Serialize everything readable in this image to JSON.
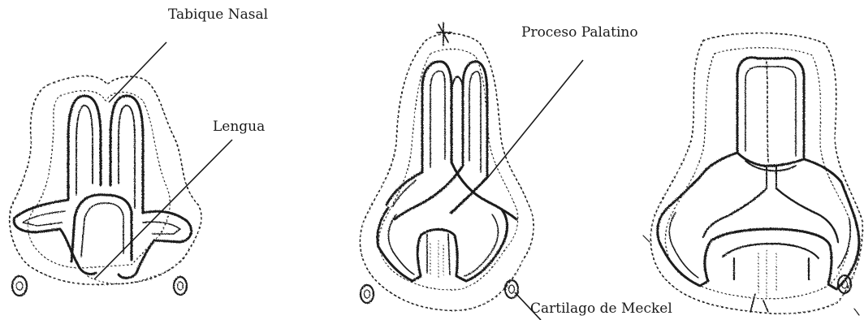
{
  "labels": {
    "nasal_septum": "Tabique Nasal",
    "tongue": "Lengua",
    "palatine_process": "Proceso Palatino",
    "meckel_cartilage": "Cartilago de Meckel"
  },
  "colors": {
    "ink": "#1a1a1a",
    "stipple": "#333333",
    "background": "#ffffff"
  }
}
